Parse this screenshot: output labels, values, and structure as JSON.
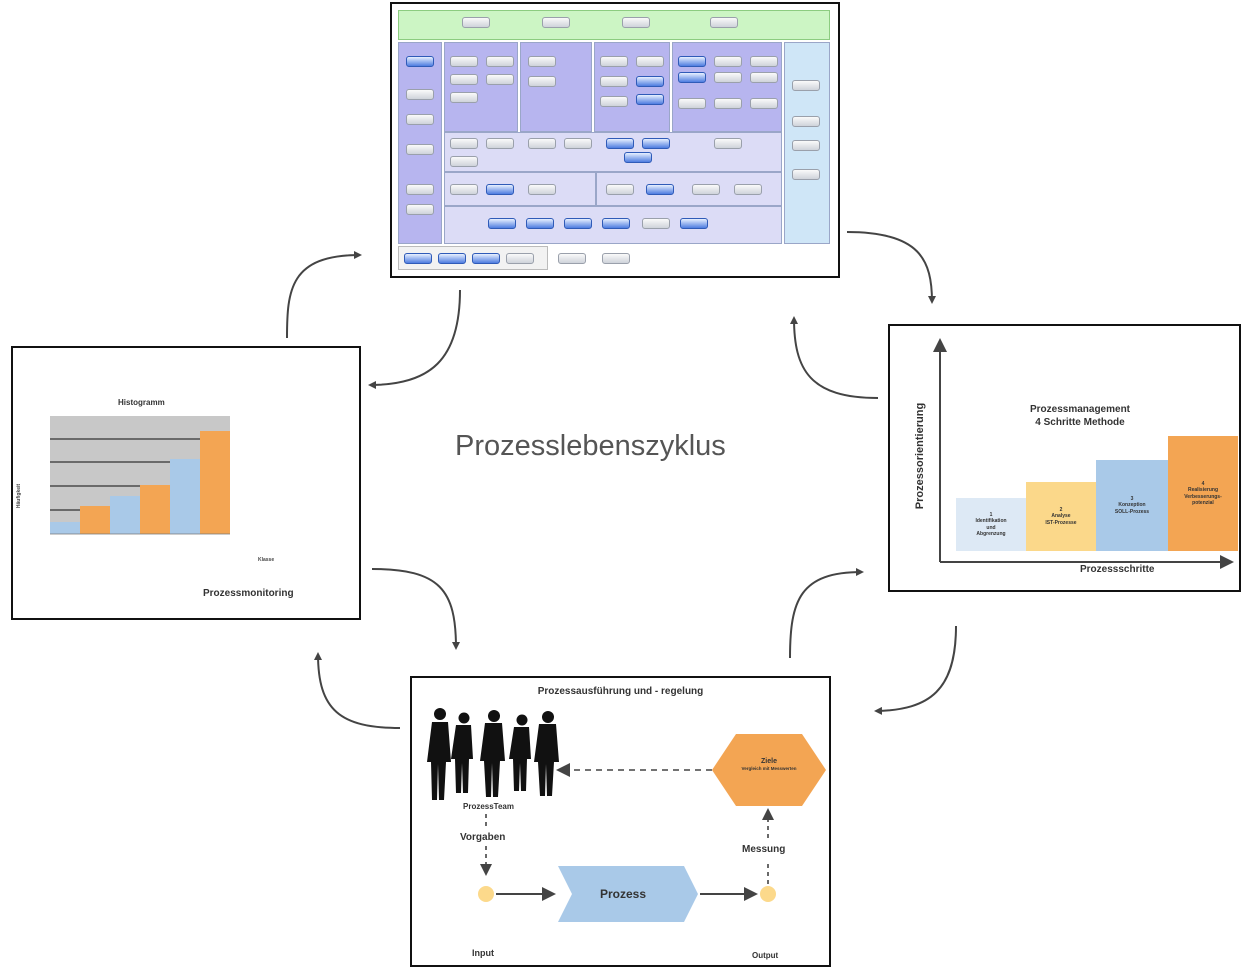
{
  "center_title": "Prozesslebenszyklus",
  "histogram": {
    "title": "Histogramm",
    "ylabel": "Häufigkeit",
    "xlabel": "Klasse",
    "caption": "Prozessmonitoring"
  },
  "method": {
    "title_line1": "Prozessmanagement",
    "title_line2": "4 Schritte Methode",
    "y_axis": "Prozessorientierung",
    "x_axis": "Prozessschritte",
    "steps": [
      {
        "label": "1\nIdentifikation\nund\nAbgrenzung",
        "color": "#dde9f5"
      },
      {
        "label": "2\nAnalyse\nIST-Prozesse",
        "color": "#fbd88a"
      },
      {
        "label": "3\nKonzeption\nSOLL-Prozess",
        "color": "#a9c9e8"
      },
      {
        "label": "4\nRealisierung\nVerbesserungs-\npotenzial",
        "color": "#f3a553"
      }
    ]
  },
  "execution": {
    "title": "Prozessausführung und - regelung",
    "team": "ProzessTeam",
    "vorgaben": "Vorgaben",
    "messung": "Messung",
    "ziele_title": "Ziele",
    "ziele_sub": "Vergleich mit Messwerten",
    "prozess": "Prozess",
    "input": "Input",
    "output": "Output"
  },
  "colors": {
    "orange": "#f3a553",
    "light_blue": "#a9c9e8",
    "yellow_dot": "#fcd98b",
    "green_band": "#ccf5c4",
    "purple_band": "#b7b5ef",
    "lavender_band": "#dcdcf6",
    "sky_band": "#cfe6f7"
  }
}
